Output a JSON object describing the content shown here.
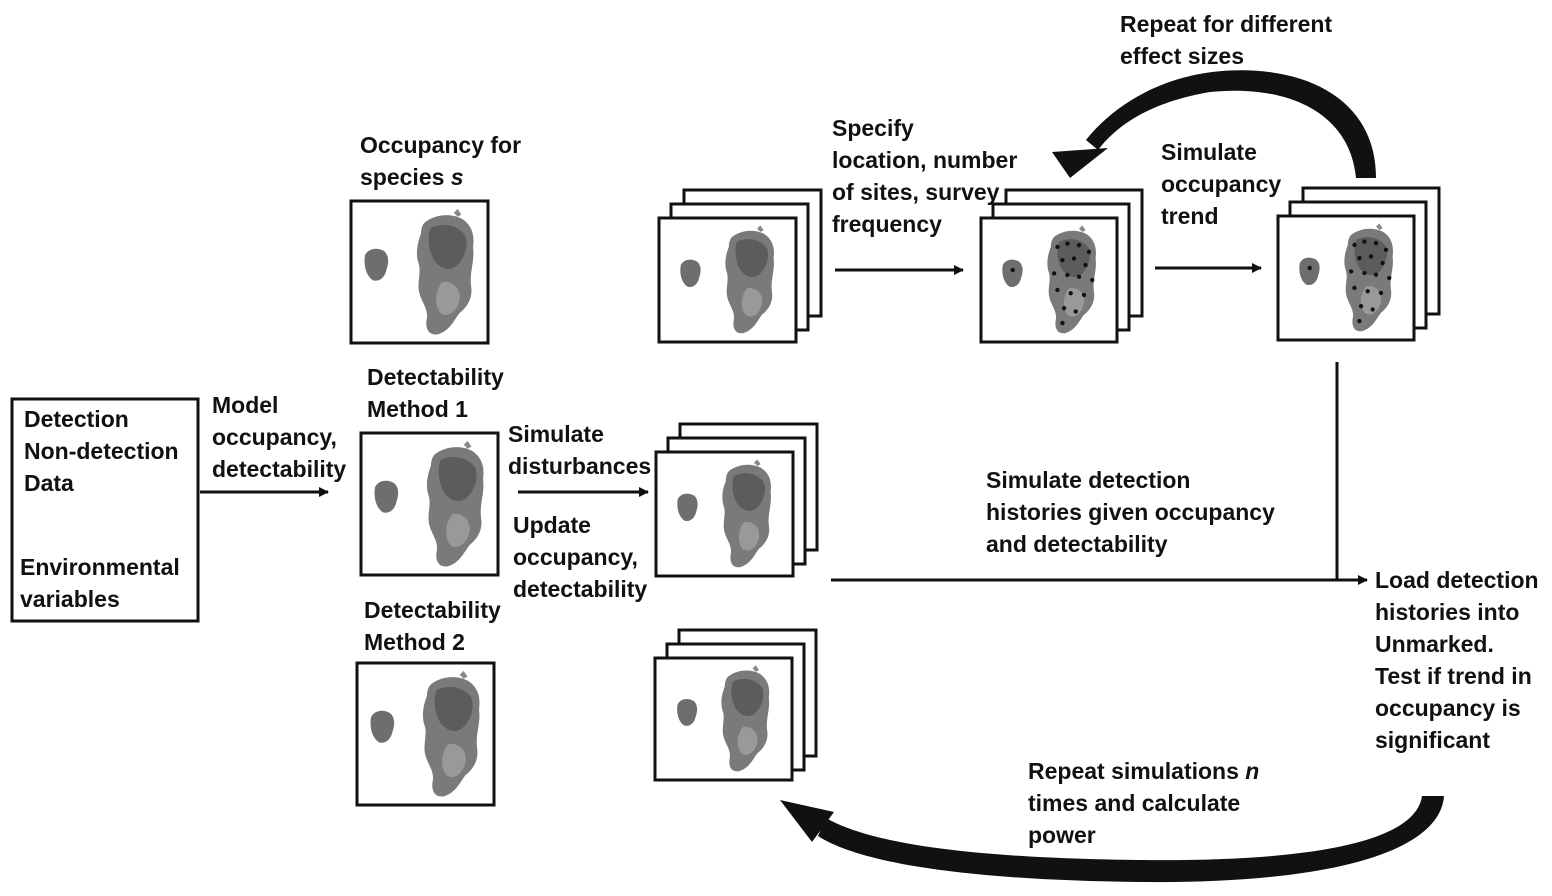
{
  "input_box": {
    "lines": [
      "Detection",
      "Non-detection",
      "Data"
    ],
    "env_lines": [
      "Environmental",
      "variables"
    ]
  },
  "labels": {
    "model": [
      "Model",
      "occupancy,",
      "detectability"
    ],
    "occupancy_prefix": "Occupancy for",
    "occupancy_species": "species ",
    "occupancy_s": "s",
    "detect1": [
      "Detectability",
      "Method 1"
    ],
    "detect2": [
      "Detectability",
      "Method 2"
    ],
    "simulate_disturbances": [
      "Simulate",
      "disturbances"
    ],
    "update": [
      "Update",
      "occupancy,",
      "detectability"
    ],
    "specify": [
      "Specify",
      "location, number",
      "of sites, survey",
      "frequency"
    ],
    "simulate_trend": [
      "Simulate",
      "occupancy",
      "trend"
    ],
    "repeat_effect": [
      "Repeat for different",
      "effect sizes"
    ],
    "simulate_detection": [
      "Simulate detection",
      "histories given occupancy",
      "and detectability"
    ],
    "load": [
      "Load detection",
      "histories into",
      "Unmarked.",
      "Test if trend in",
      "occupancy is",
      "significant"
    ],
    "repeat_sim_prefix": "Repeat simulations ",
    "repeat_sim_n": "n",
    "repeat_sim_rest": [
      "times and calculate",
      "power"
    ]
  },
  "icons": [
    "map-icon",
    "survey-site-dot-icon",
    "arrow-icon",
    "cycle-arrow-icon"
  ]
}
